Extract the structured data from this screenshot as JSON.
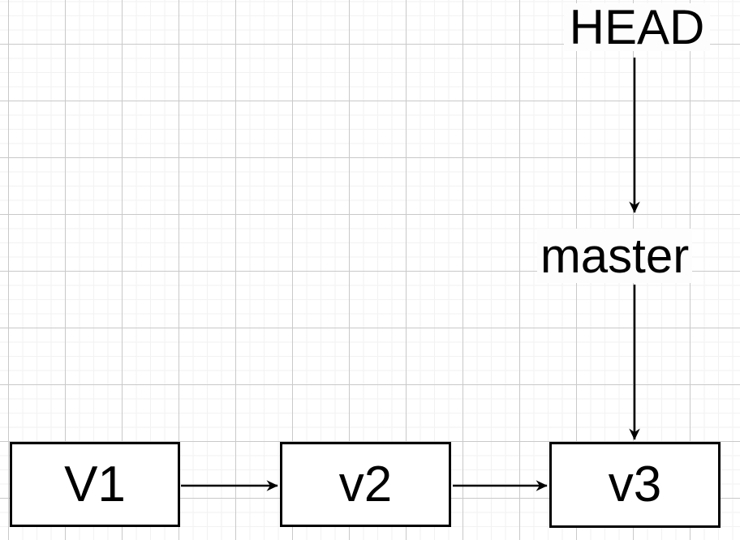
{
  "diagram": {
    "type": "git-commit-graph",
    "colors": {
      "stroke": "#000000",
      "node_fill": "#ffffff",
      "text": "#000000",
      "grid_minor": "#f2f2f2",
      "grid_major": "#c9c9c9",
      "canvas_background": "#ffffff"
    },
    "commits": [
      {
        "label": "V1"
      },
      {
        "label": "v2"
      },
      {
        "label": "v3"
      }
    ],
    "pointers": [
      {
        "label": "HEAD",
        "points_to": "master"
      },
      {
        "label": "master",
        "points_to": "v3"
      }
    ],
    "edges": [
      {
        "from": "V1",
        "to": "v2",
        "direction": "right"
      },
      {
        "from": "v2",
        "to": "v3",
        "direction": "right"
      },
      {
        "from": "HEAD",
        "to": "master",
        "direction": "down"
      },
      {
        "from": "master",
        "to": "v3",
        "direction": "down"
      }
    ]
  }
}
